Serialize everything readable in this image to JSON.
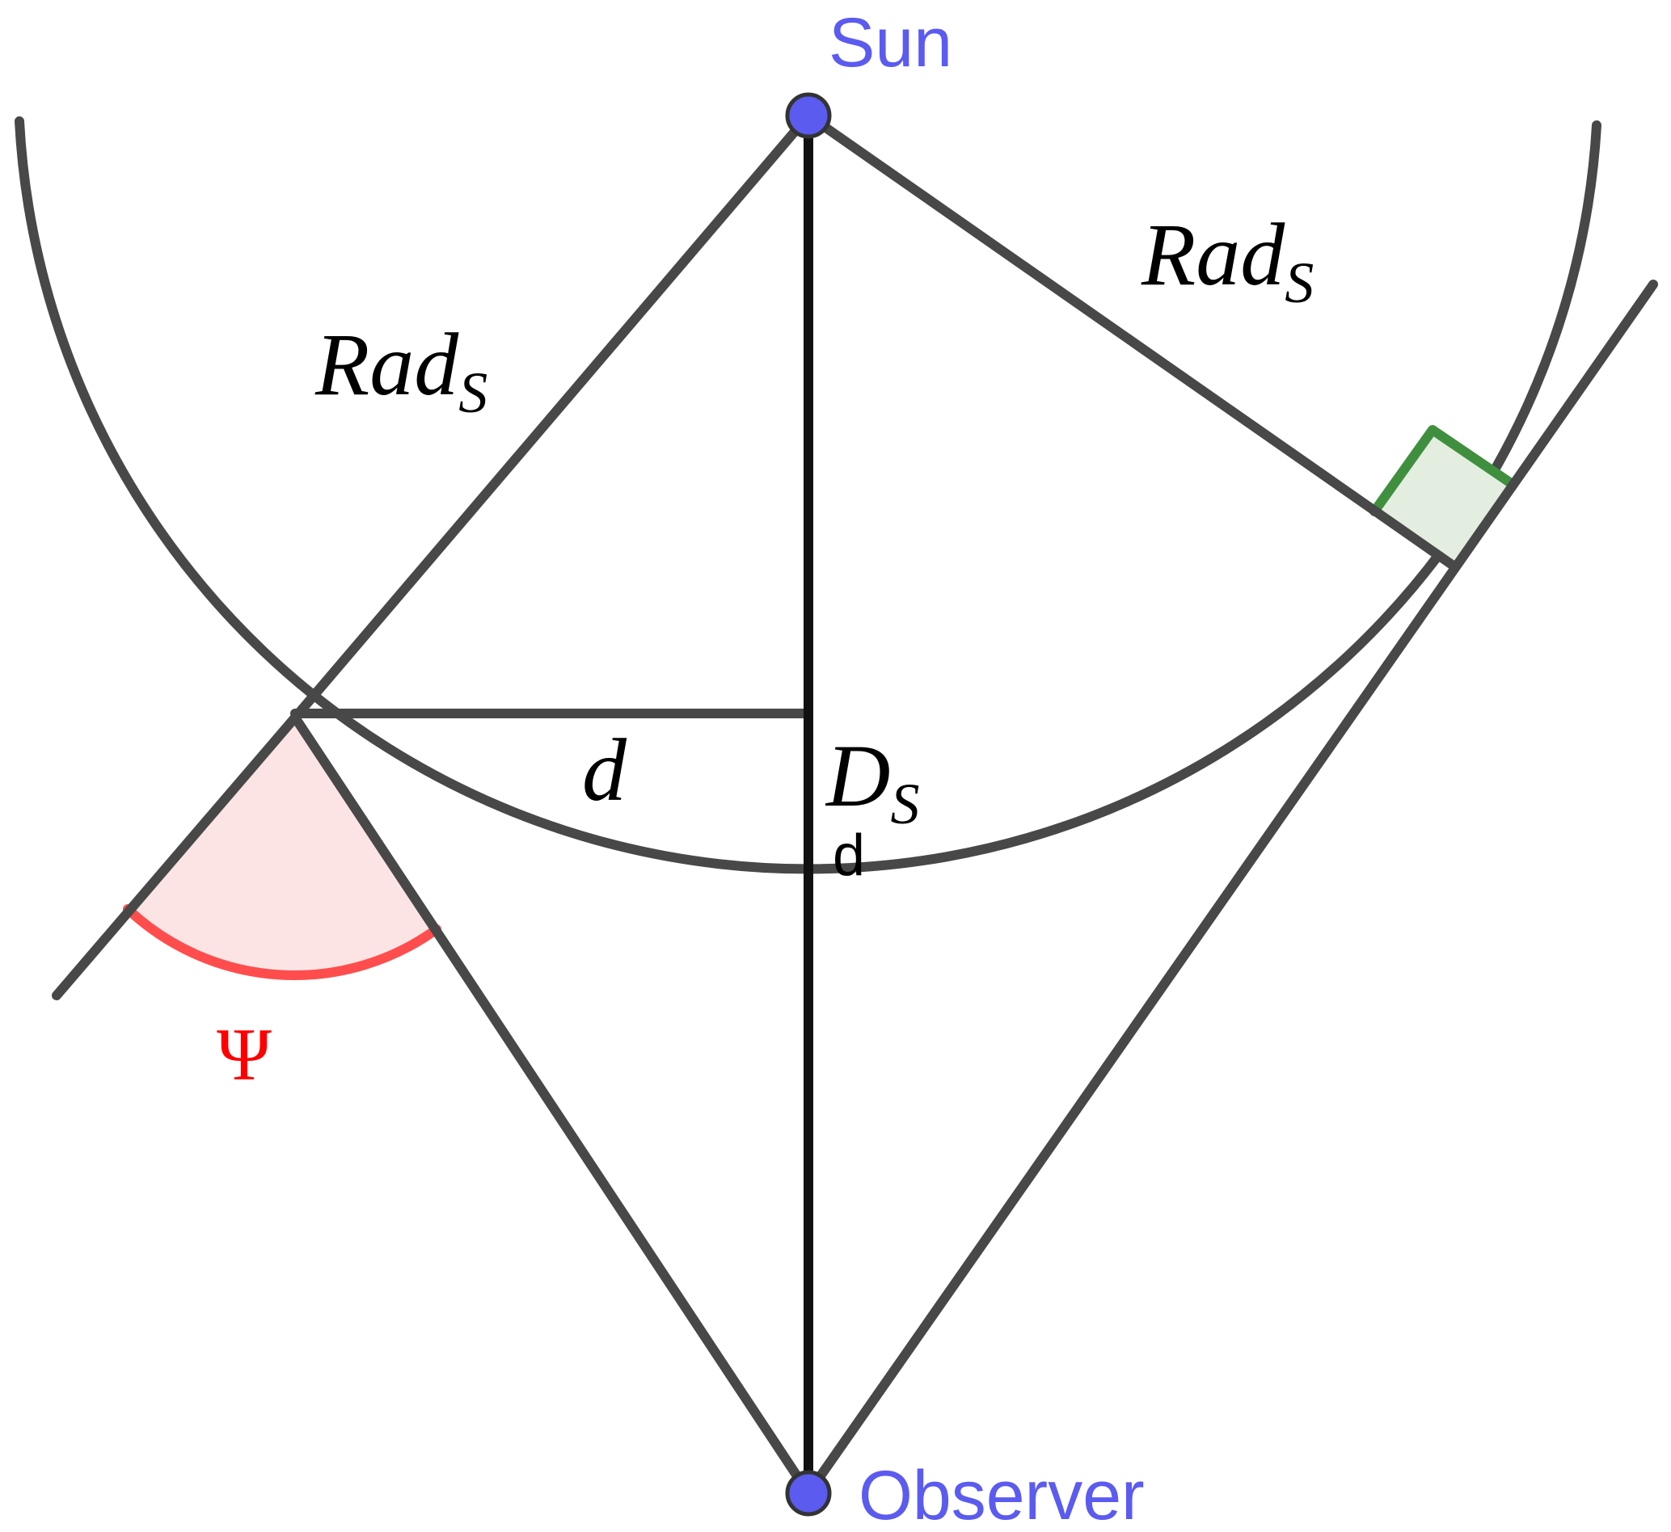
{
  "diagram": {
    "title": "Sun-Observer geometry",
    "labels": {
      "sun": "Sun",
      "observer": "Observer",
      "rad_left_main": "Rad",
      "rad_left_sub": "S",
      "rad_right_main": "Rad",
      "rad_right_sub": "S",
      "d_italic": "d",
      "ds_main": "D",
      "ds_sub": "S",
      "d_plain": "d",
      "psi": "Ψ"
    },
    "colors": {
      "line": "#484848",
      "point": "#5b5bf0",
      "angle": "#ff4d4d",
      "angle_fill": "#fde4e4",
      "right_angle": "#3f8f3f",
      "right_angle_fill": "#e3eee0"
    }
  }
}
